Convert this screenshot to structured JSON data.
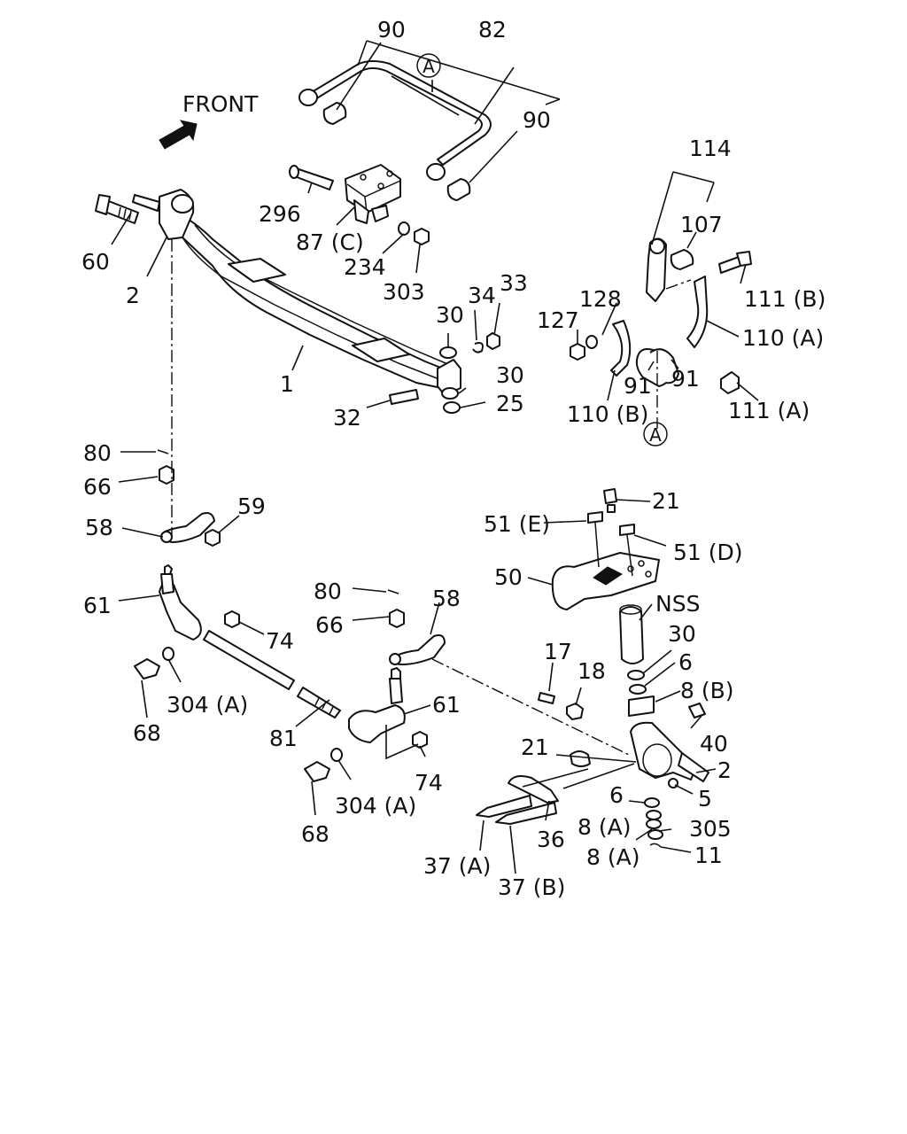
{
  "front_label": "FRONT",
  "labels": {
    "l90a": "90",
    "l82": "82",
    "lA_top": "A",
    "l90b": "90",
    "l296": "296",
    "l87c": "87 (C)",
    "l234": "234",
    "l303": "303",
    "l60": "60",
    "l2a": "2",
    "l1": "1",
    "l30a": "30",
    "l34": "34",
    "l33": "33",
    "l30b": "30",
    "l25": "25",
    "l32": "32",
    "l114": "114",
    "l107": "107",
    "l111b": "111 (B)",
    "l128": "128",
    "l127": "127",
    "l110a": "110 (A)",
    "l91a": "91",
    "l91b": "91",
    "l110b": "110 (B)",
    "l111a": "111 (A)",
    "lA_bot": "A",
    "l80a": "80",
    "l66a": "66",
    "l58a": "58",
    "l59": "59",
    "l21a": "21",
    "l51e": "51 (E)",
    "l51d": "51 (D)",
    "l50": "50",
    "lNSS": "NSS",
    "l61a": "61",
    "l80b": "80",
    "l58b": "58",
    "l74a": "74",
    "l66b": "66",
    "l30c": "30",
    "l6a": "6",
    "l17": "17",
    "l18": "18",
    "l8b": "8 (B)",
    "l304a": "304 (A)",
    "l68a": "68",
    "l61b": "61",
    "l40": "40",
    "l81": "81",
    "l21b": "21",
    "l2b": "2",
    "l5": "5",
    "l74b": "74",
    "l6b": "6",
    "l304b": "304 (A)",
    "l8a1": "8 (A)",
    "l305": "305",
    "l36": "36",
    "l68b": "68",
    "l8a2": "8 (A)",
    "l11": "11",
    "l37a": "37 (A)",
    "l37b": "37 (B)"
  }
}
